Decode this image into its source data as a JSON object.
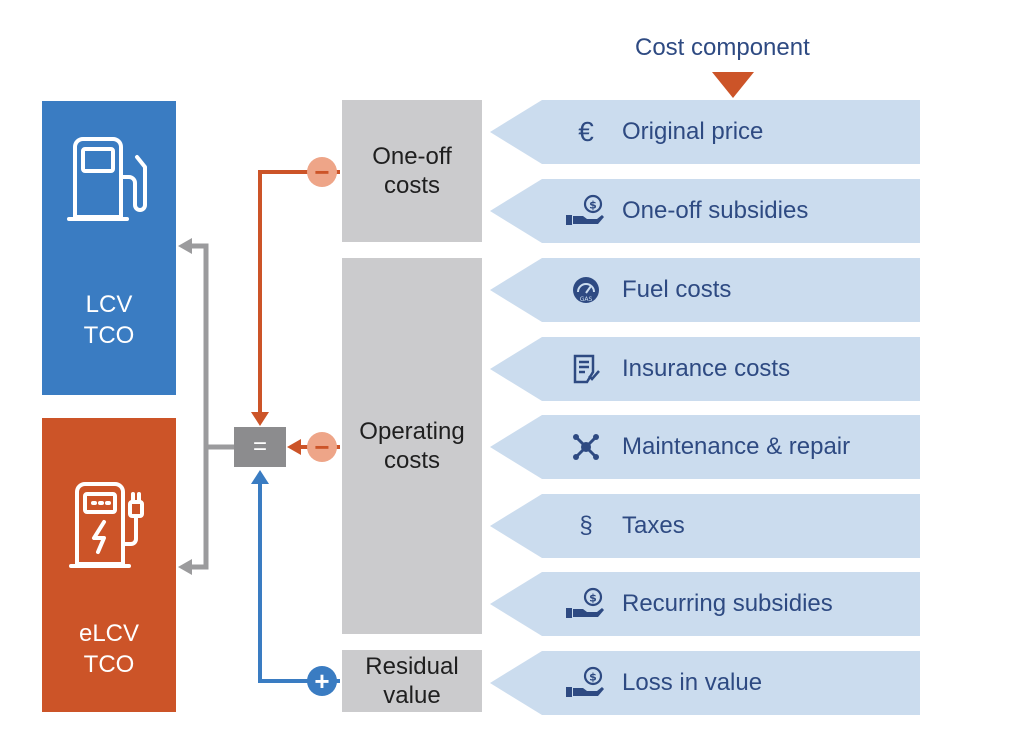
{
  "header": {
    "label": "Cost component"
  },
  "tco": [
    {
      "id": "lcv",
      "line1": "LCV",
      "line2": "TCO",
      "color": "#3a7cc2",
      "icon": "fuel-pump-icon"
    },
    {
      "id": "elcv",
      "line1": "eLCV",
      "line2": "TCO",
      "color": "#cc5428",
      "icon": "ev-charger-icon"
    }
  ],
  "operator": {
    "equals": "=",
    "minus": "−",
    "plus": "+"
  },
  "groups": [
    {
      "id": "one-off",
      "line1": "One-off",
      "line2": "costs"
    },
    {
      "id": "operating",
      "line1": "Operating",
      "line2": "costs"
    },
    {
      "id": "residual",
      "line1": "Residual",
      "line2": "value"
    }
  ],
  "components": [
    {
      "label": "Original price",
      "icon": "euro-icon"
    },
    {
      "label": "One-off subsidies",
      "icon": "subsidy-hand-coin-icon"
    },
    {
      "label": "Fuel costs",
      "icon": "fuel-gauge-icon"
    },
    {
      "label": "Insurance costs",
      "icon": "document-check-icon"
    },
    {
      "label": "Maintenance & repair",
      "icon": "wrench-tools-icon"
    },
    {
      "label": "Taxes",
      "icon": "section-sign-icon"
    },
    {
      "label": "Recurring subsidies",
      "icon": "subsidy-hand-coin-icon"
    },
    {
      "label": "Loss in value",
      "icon": "subsidy-hand-coin-icon"
    }
  ],
  "colors": {
    "blue": "#3a7cc2",
    "orange": "#cc5428",
    "grey_box": "#cbcbcd",
    "operator_box": "#8c8c8e",
    "arrow_grey": "#9b9b9d",
    "component_fill": "#cbdcee",
    "text_blue": "#2e4a82",
    "minus_circle": "#eea588",
    "plus_circle": "#3a7cc2"
  }
}
